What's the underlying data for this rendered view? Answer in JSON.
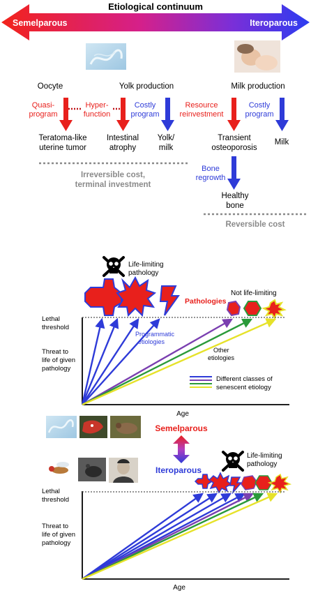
{
  "header": {
    "title": "Etiological continuum",
    "left": "Semelparous",
    "right": "Iteroparous"
  },
  "top_panel": {
    "oocyte": "Oocyte",
    "yolk_production": "Yolk production",
    "milk_production": "Milk production",
    "quasi_program": [
      "Quasi-",
      "program"
    ],
    "hyper_function": [
      "Hyper-",
      "function"
    ],
    "costly_program_1": [
      "Costly",
      "program"
    ],
    "resource_reinvestment": [
      "Resource",
      "reinvestment"
    ],
    "costly_program_2": [
      "Costly",
      "program"
    ],
    "teratoma": [
      "Teratoma-like",
      "uterine tumor"
    ],
    "intestinal_atrophy": [
      "Intestinal",
      "atrophy"
    ],
    "yolk_milk": [
      "Yolk/",
      "milk"
    ],
    "transient_osteoporosis": [
      "Transient",
      "osteoporosis"
    ],
    "milk": "Milk",
    "bone_regrowth": [
      "Bone",
      "regrowth"
    ],
    "healthy_bone": [
      "Healthy",
      "bone"
    ],
    "irreversible_cost": [
      "Irreversible cost,",
      "terminal investment"
    ],
    "reversible_cost": "Reversible cost"
  },
  "middle_panel": {
    "life_limiting": [
      "Life-limiting",
      "pathology"
    ],
    "not_life_limiting": "Not life-limiting",
    "pathologies": "Pathologies",
    "lethal_threshold": [
      "Lethal",
      "threshold"
    ],
    "ylabel": [
      "Threat to",
      "life of given",
      "pathology"
    ],
    "programmatic": [
      "Programmatic",
      "etiologies"
    ],
    "other": [
      "Other",
      "etiologies"
    ],
    "legend": [
      "Different classes of",
      "senescent etiology"
    ],
    "xlabel": "Age"
  },
  "center": {
    "semelparous": "Semelparous",
    "iteroparous": "Iteroparous"
  },
  "bottom_panel": {
    "life_limiting": [
      "Life-limiting",
      "pathology"
    ],
    "lethal_threshold": [
      "Lethal",
      "threshold"
    ],
    "ylabel": [
      "Threat to",
      "life of given",
      "pathology"
    ],
    "xlabel": "Age"
  },
  "colors": {
    "red": "#e8201c",
    "blue": "#2e3bd8",
    "purple": "#7a3fb0",
    "green": "#2a9a3a",
    "yellow": "#e6e22a",
    "grey_text": "#8a8a8a",
    "dark_red": "#c0151a"
  }
}
